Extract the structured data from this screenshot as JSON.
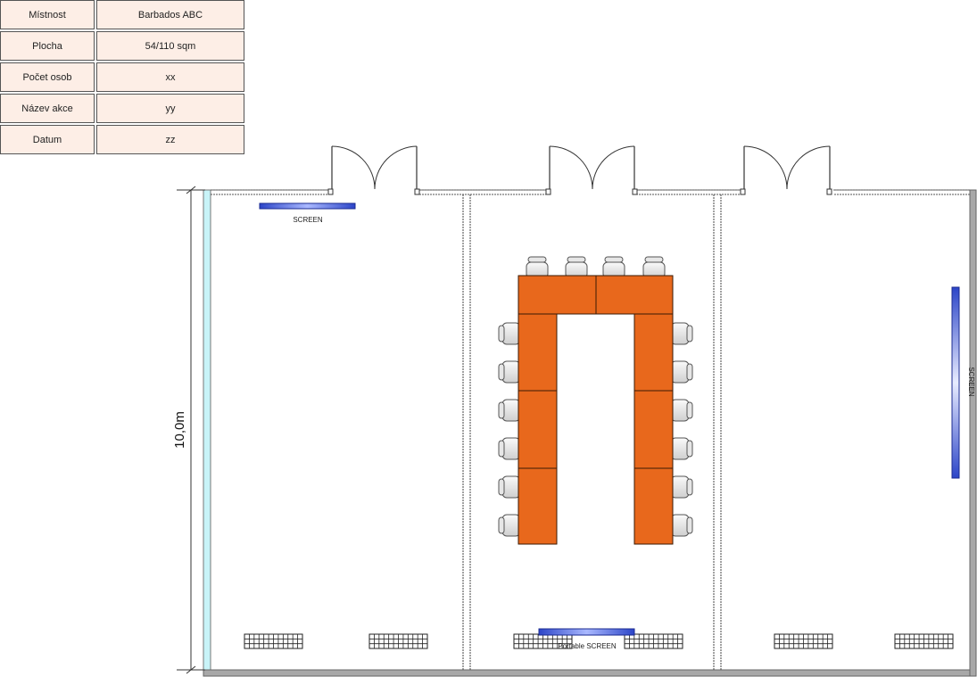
{
  "info": {
    "rows": [
      {
        "label": "Místnost",
        "value": "Barbados ABC"
      },
      {
        "label": "Plocha",
        "value": "54/110 sqm"
      },
      {
        "label": "Počet osob",
        "value": "xx"
      },
      {
        "label": "Název akce",
        "value": "yy"
      },
      {
        "label": "Datum",
        "value": "zz"
      }
    ]
  },
  "plan": {
    "dimension_label": "10,0m",
    "screen_left_label": "SCREEN",
    "screen_right_label": "SCREEN",
    "screen_portable_label": "Portable SCREEN"
  },
  "colors": {
    "table_fill": "#e8681c",
    "screen_blue": "#3355dd",
    "info_cell": "#fdeee6",
    "window_wall": "#c8f4f8"
  }
}
